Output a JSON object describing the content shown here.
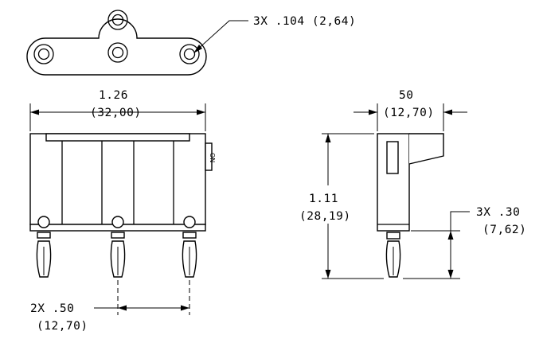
{
  "dimensions": {
    "hole_callout": "3X .104 (2,64)",
    "width_in": "1.26",
    "width_mm": "(32,00)",
    "depth_in": "50",
    "depth_mm": "(12,70)",
    "height_in": "1.11",
    "height_mm": "(28,19)",
    "pin_in": "3X .30",
    "pin_mm": "(7,62)",
    "pitch_in": "2X .50",
    "pitch_mm": "(12,70)"
  },
  "switch_label": "ON"
}
